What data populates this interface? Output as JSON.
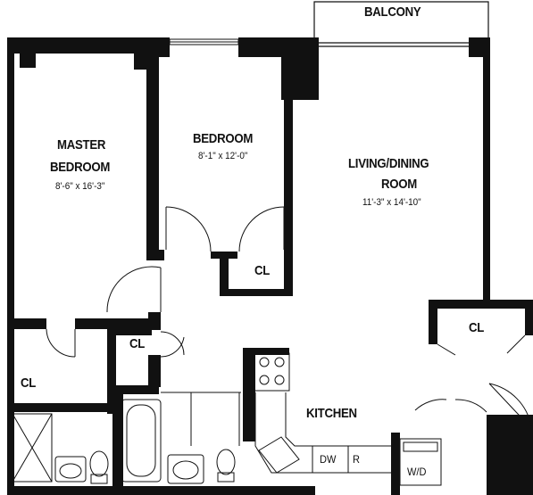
{
  "rooms": {
    "balcony": "BALCONY",
    "master_bedroom_line1": "MASTER",
    "master_bedroom_line2": "BEDROOM",
    "master_bedroom_dim": "8'-6\" x 16'-3\"",
    "bedroom": "BEDROOM",
    "bedroom_dim": "8'-1\" x 12'-0\"",
    "living_line1": "LIVING/DINING",
    "living_line2": "ROOM",
    "living_dim": "11'-3\" x 14'-10\"",
    "kitchen": "KITCHEN"
  },
  "closets": {
    "bedroom_closet": "CL",
    "master_closet": "CL",
    "hall_closet": "CL",
    "entry_closet": "CL"
  },
  "appliances": {
    "dishwasher": "DW",
    "refrigerator": "R",
    "washer_dryer": "W/D"
  }
}
